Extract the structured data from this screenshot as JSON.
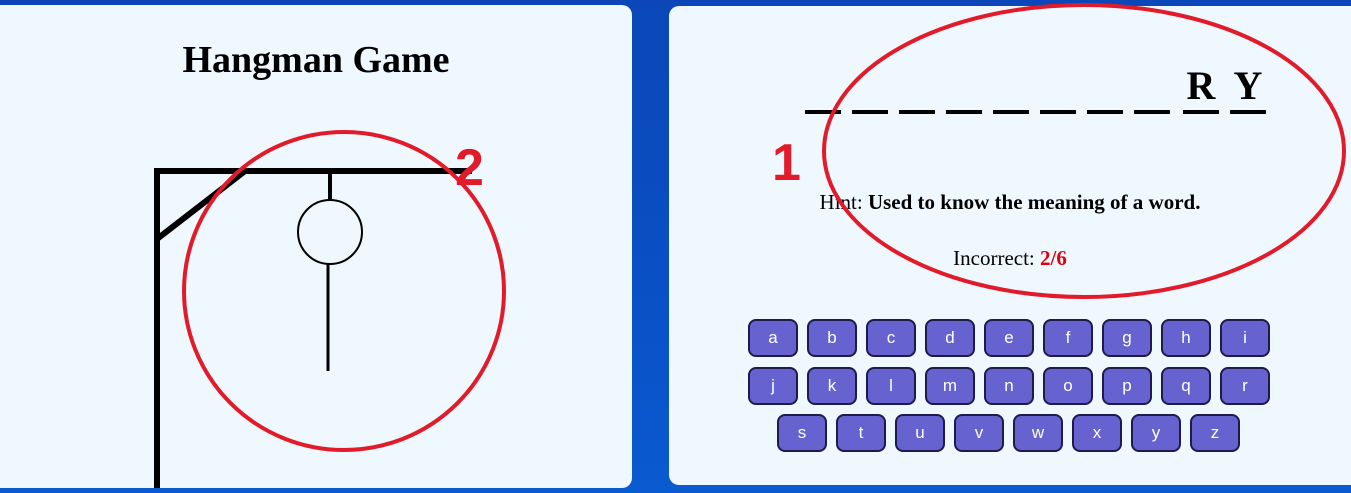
{
  "app": {
    "title": "Hangman Game"
  },
  "word": {
    "slots": [
      "",
      "",
      "",
      "",
      "",
      "",
      "",
      "",
      "R",
      "Y"
    ]
  },
  "hint": {
    "label": "Hint: ",
    "text": "Used to know the meaning of a word."
  },
  "status": {
    "incorrect_label": "Incorrect: ",
    "incorrect_count": "2/6",
    "count_color": "#e0000d"
  },
  "keyboard": {
    "rows": [
      [
        "a",
        "b",
        "c",
        "d",
        "e",
        "f",
        "g",
        "h",
        "i"
      ],
      [
        "j",
        "k",
        "l",
        "m",
        "n",
        "o",
        "p",
        "q",
        "r"
      ],
      [
        "s",
        "t",
        "u",
        "v",
        "w",
        "x",
        "y",
        "z"
      ]
    ],
    "key_color": "#6663d1"
  },
  "annotations": [
    {
      "label": "1",
      "color": "#e21b2a"
    },
    {
      "label": "2",
      "color": "#e21b2a"
    }
  ]
}
